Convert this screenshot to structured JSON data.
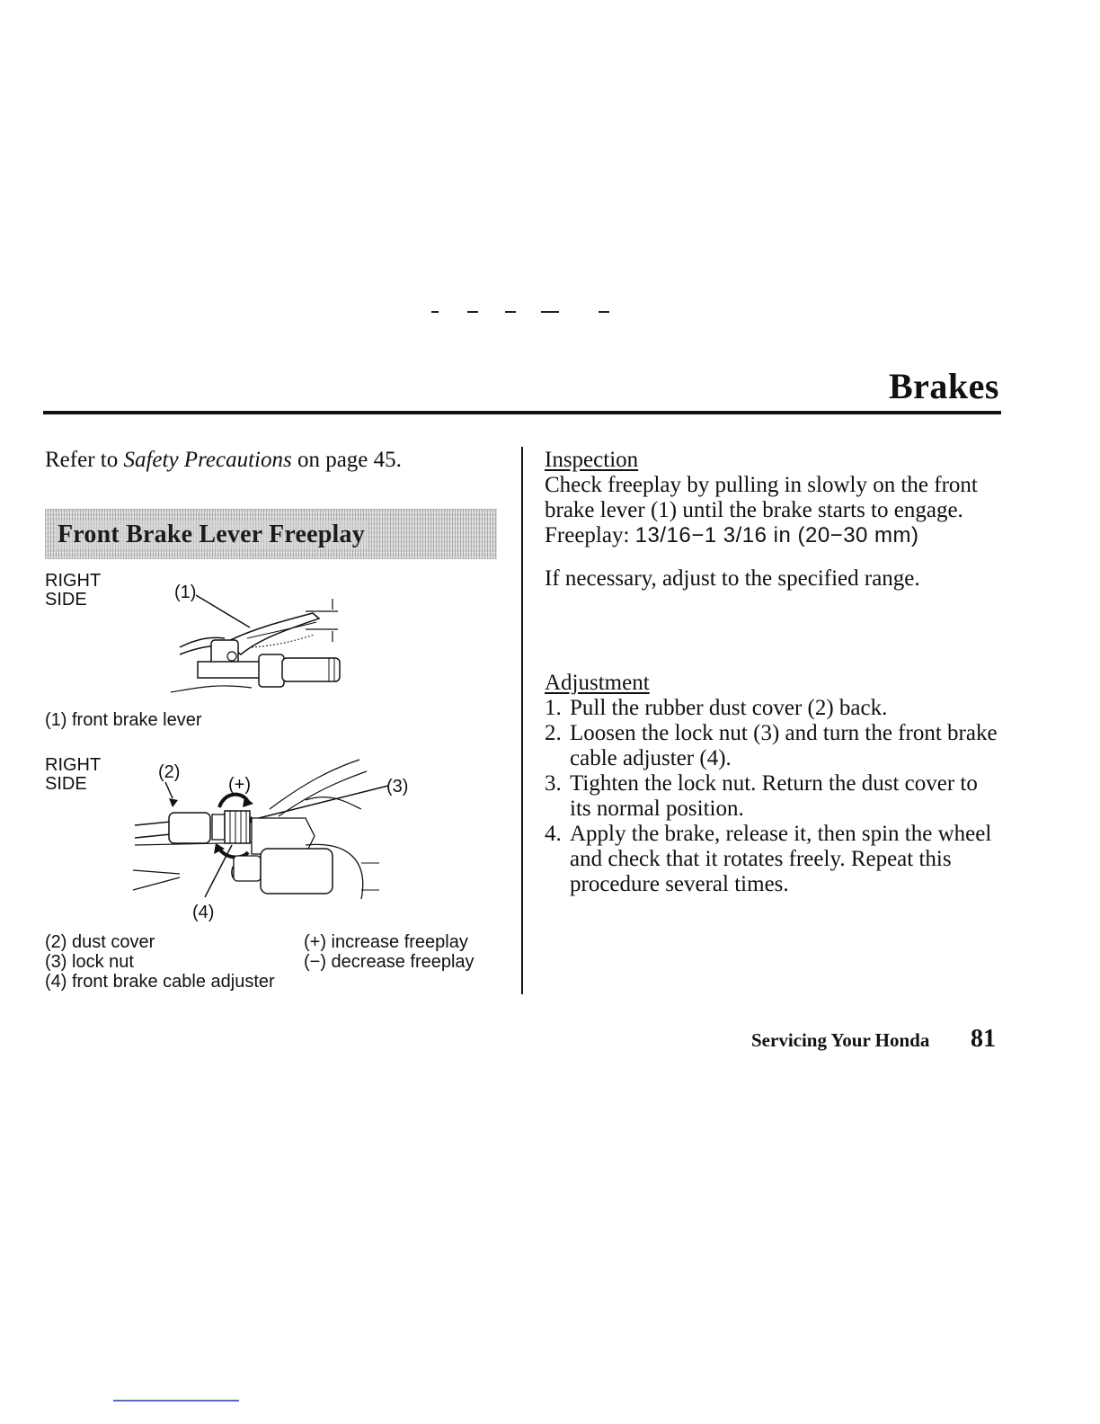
{
  "header": {
    "section_title": "Brakes"
  },
  "intro": {
    "refer_prefix": "Refer to ",
    "refer_link": "Safety Precautions",
    "refer_suffix": " on page 45."
  },
  "banner": {
    "title": "Front Brake Lever Freeplay"
  },
  "figure1": {
    "side_line1": "RIGHT",
    "side_line2": "SIDE",
    "callout": "(1)",
    "caption": "(1) front brake lever"
  },
  "figure2": {
    "side_line1": "RIGHT",
    "side_line2": "SIDE",
    "callout_2": "(2)",
    "callout_3": "(3)",
    "callout_4": "(4)",
    "callout_plus": "(+)",
    "callout_minus": "(−)"
  },
  "legend": {
    "left": [
      "(2) dust cover",
      "(3) lock nut",
      "(4) front brake cable adjuster"
    ],
    "right": [
      "(+) increase freeplay",
      "(−) decrease freeplay"
    ]
  },
  "inspection": {
    "heading": "Inspection",
    "body": "Check freeplay by pulling in slowly on the front brake lever (1) until the brake starts to engage.",
    "freeplay_label": "Freeplay: ",
    "freeplay_value": "13/16−1  3/16 in (20−30 mm)",
    "note": "If necessary, adjust to the specified range."
  },
  "adjustment": {
    "heading": "Adjustment",
    "steps": [
      {
        "num": "1.",
        "text": "Pull the rubber dust cover (2) back."
      },
      {
        "num": "2.",
        "text": "Loosen the lock nut (3) and turn the front brake cable adjuster (4)."
      },
      {
        "num": "3.",
        "text": "Tighten the lock nut. Return the dust cover to its normal position."
      },
      {
        "num": "4.",
        "text": "Apply the brake, release it, then spin the wheel and check that it rotates freely. Repeat this procedure several times."
      }
    ]
  },
  "footer": {
    "section": "Servicing Your Honda",
    "page": "81"
  }
}
